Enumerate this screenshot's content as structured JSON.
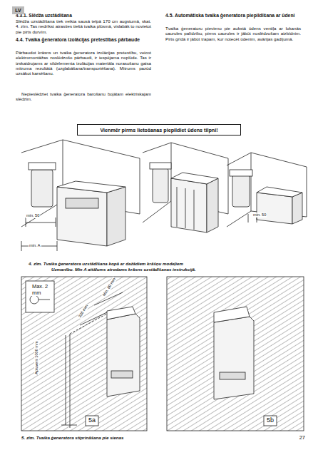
{
  "diagram": {
    "nodes": [
      {
        "text": [
          "LV"
        ]
      },
      {
        "text": [
          "Vienmēr pirms lietošanas piepildiet ūdens tilpni!"
        ]
      }
    ],
    "labels": [
      "4.3.1. Slēdža uzstādīšana",
      "Slēdža uzstādīšana tiek veikta sausā telpā 170 cm augstumā, skat. 4. zīm. Tas nedrīkst atrasties tiešā tvaika plūsmā, vislabāk to novietot pie pirts durvīm.",
      "4.4. Tvaika ģeneratora izolācijas pretestības pārbaude",
      "Pārbaudot krāsns un tvaika ģeneratora izolācijas pretestību, veicot elektromontāžas noslēdzošo pārbaudi, ir iespējama noplūde. Tas ir izskaidrojams ar sildelementa izolācijas materiāla norasošanu gaisa mitruma rezultātā (uzglabāšana/transportēšana). Mitrums pazūd uzsākot karsēšanu.",
      "Nepieslēdziet tvaika ģeneratora barošanu bojātam elektriskajam slēdzim.",
      "4.5. Automātiska tvaika ģeneratora piepildīšana ar ūdeni",
      "Tvaika ģeneratoru pievieno pie aukstā ūdens ventiļa ar lokanās caurules palīdzību, pirms caurules ir jābūt noslēdzošam aizbīdnim. Pirts grīdā ir jābūt trapam, kur notecēt ūdenim, avārijas gadījumā.",
      "min. 50",
      "min. A",
      "min. 50",
      "4. zīm. Tvaika ģeneratora uzstādīšana kopā ar dažādiem krāšņu modeļiem",
      "Uzmanību. Min A attālums atrodams krāsns uzstādīšanas instrukcijā.",
      "Max. 2 mm",
      "336 mm",
      "Min. 80 mm",
      "Aptuveni 1000 mm",
      "5a",
      "5b",
      "5. zīm. Tvaika ģeneratora stiprināšana pie sienas",
      "27"
    ]
  }
}
